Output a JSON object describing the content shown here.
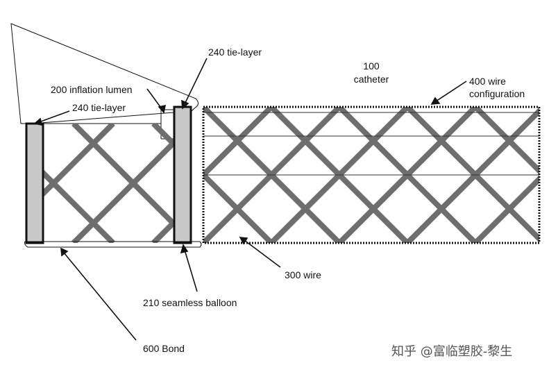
{
  "labels": {
    "tie_layer_top": "240 tie-layer",
    "inflation_lumen": "200 inflation lumen",
    "tie_layer_left": "240 tie-layer",
    "catheter_num": "100",
    "catheter_word": "catheter",
    "wire_config_line1": "400 wire",
    "wire_config_line2": "configuration",
    "wire": "300 wire",
    "seamless_balloon": "210 seamless balloon",
    "bond": "600 Bond"
  },
  "watermark": "知乎 @富临塑胶-黎生",
  "colors": {
    "wire": "#6e6e6e",
    "tie_layer_fill": "#c8c8c8",
    "outline": "#111111",
    "background": "#ffffff"
  }
}
